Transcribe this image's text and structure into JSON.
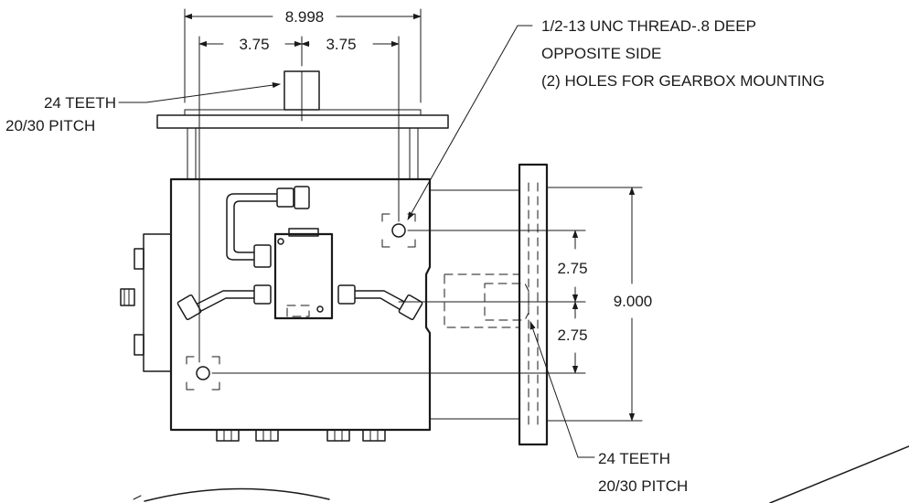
{
  "dimensions": {
    "overall_width": "8.998",
    "left_offset": "3.75",
    "right_offset": "3.75",
    "upper_spacing": "2.75",
    "lower_spacing": "2.75",
    "overall_height": "9.000"
  },
  "notes": {
    "top_gear": [
      "24 TEETH",
      "20/30 PITCH"
    ],
    "right_gear": [
      "24 TEETH",
      "20/30 PITCH"
    ],
    "mounting": [
      "1/2-13 UNC THREAD-.8 DEEP",
      "OPPOSITE SIDE",
      "(2) HOLES FOR GEARBOX MOUNTING"
    ]
  }
}
